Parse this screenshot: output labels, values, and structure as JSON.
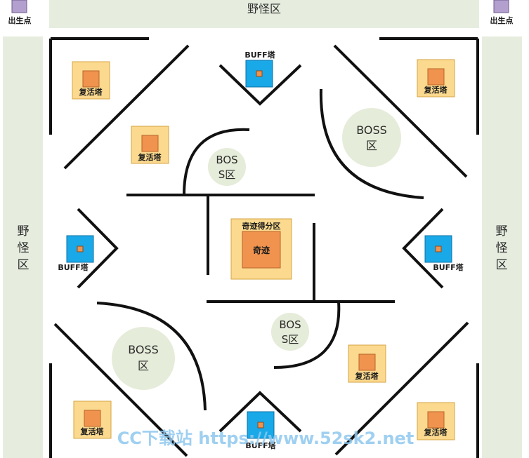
{
  "zones": {
    "spawn": "出生点",
    "monster_zone": "野怪区",
    "monster_zone_vertical": [
      "野",
      "怪",
      "区"
    ],
    "boss_zone_large": "BOSS",
    "boss_zone_large_sub": "区",
    "boss_zone_small_1": "BOS",
    "boss_zone_small_2": "S区",
    "buff_tower": "BUFF塔",
    "revive_tower": "复活塔",
    "miracle_score_zone": "奇迹得分区",
    "miracle": "奇迹"
  },
  "watermark": "CC下载站 https://www.52sk2.net",
  "colors": {
    "wall": "#111111",
    "monster_area": "#e6eddf",
    "boss_area": "#e5ecd9",
    "buff_blue": "#19a9e8",
    "revive_outer": "#fbd98e",
    "revive_inner": "#f0934e",
    "spawn_purple": "#b3a0cf"
  }
}
